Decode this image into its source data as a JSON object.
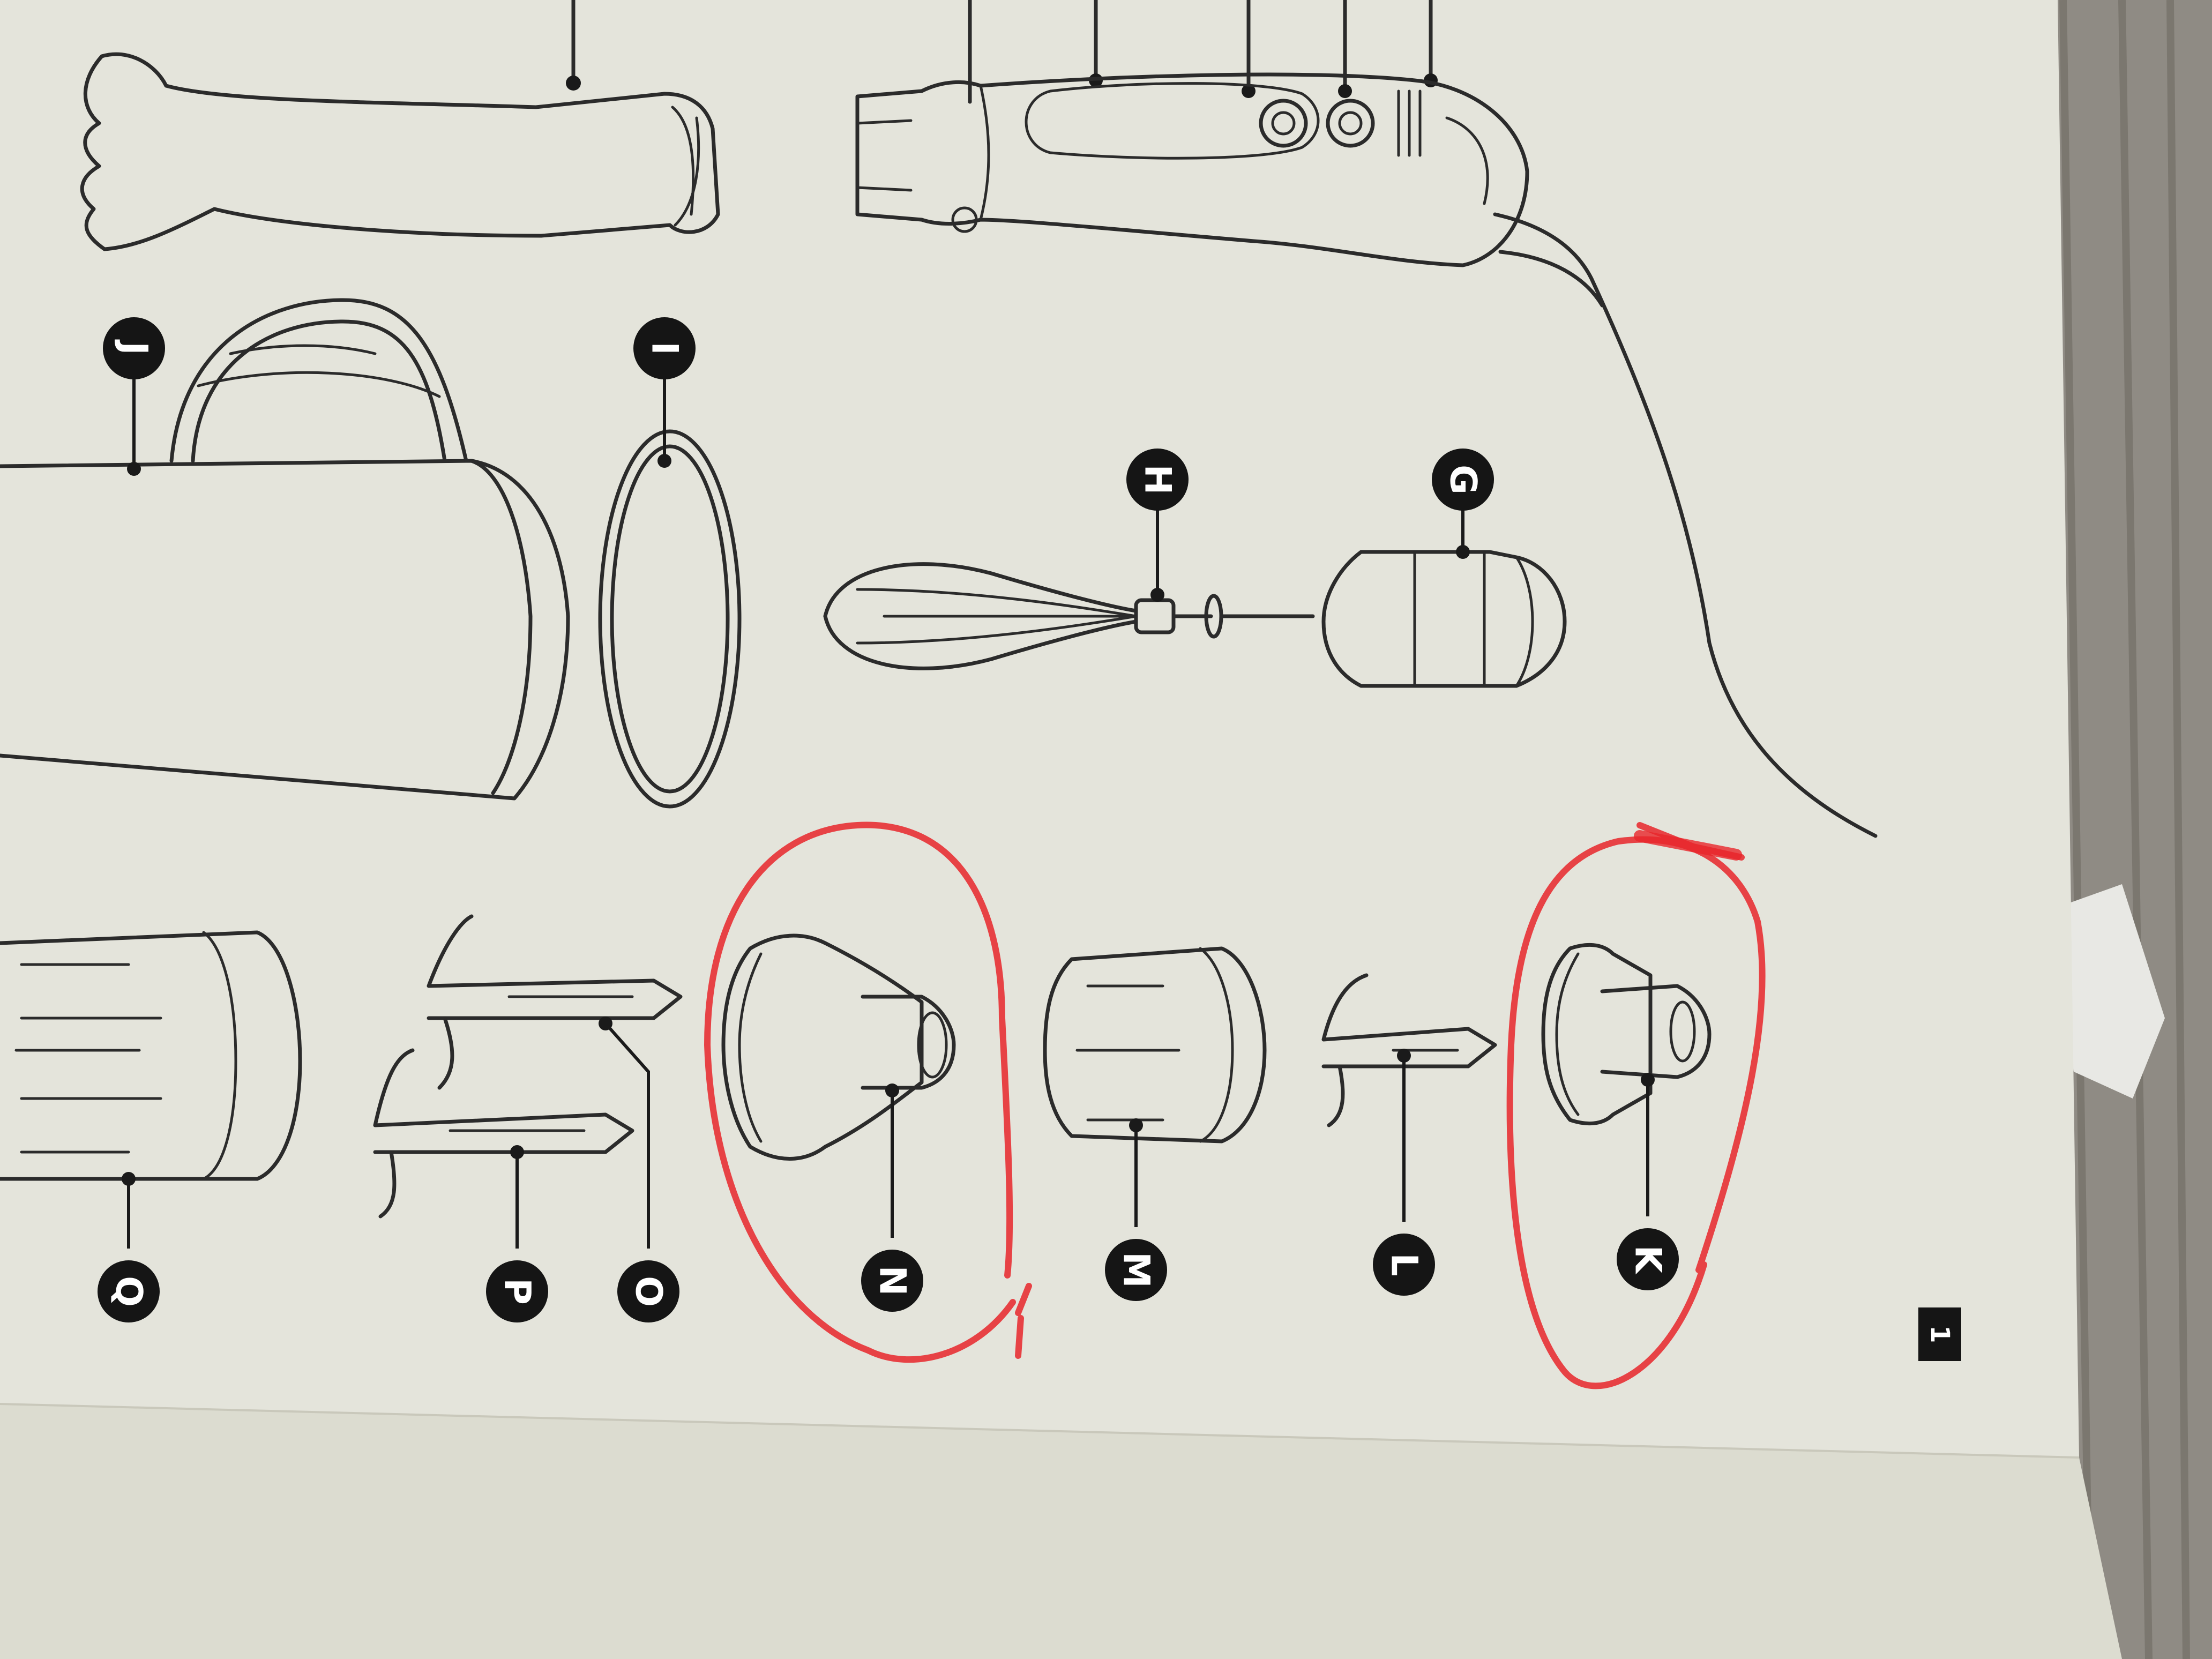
{
  "page_number": "1",
  "parts": [
    {
      "id": "G",
      "label": "G"
    },
    {
      "id": "H",
      "label": "H"
    },
    {
      "id": "I",
      "label": "I"
    },
    {
      "id": "J",
      "label": "J"
    },
    {
      "id": "K",
      "label": "K"
    },
    {
      "id": "L",
      "label": "L"
    },
    {
      "id": "M",
      "label": "M"
    },
    {
      "id": "N",
      "label": "N"
    },
    {
      "id": "O",
      "label": "O"
    },
    {
      "id": "P",
      "label": "P"
    },
    {
      "id": "Q",
      "label": "Q"
    }
  ],
  "highlighted_parts": [
    "N",
    "K"
  ],
  "colors": {
    "paper": "#e4e4db",
    "ink": "#2b2b2b",
    "label_bg": "#151515",
    "annotation_red": "#e8262a",
    "background_wood": "#8f8b84"
  }
}
